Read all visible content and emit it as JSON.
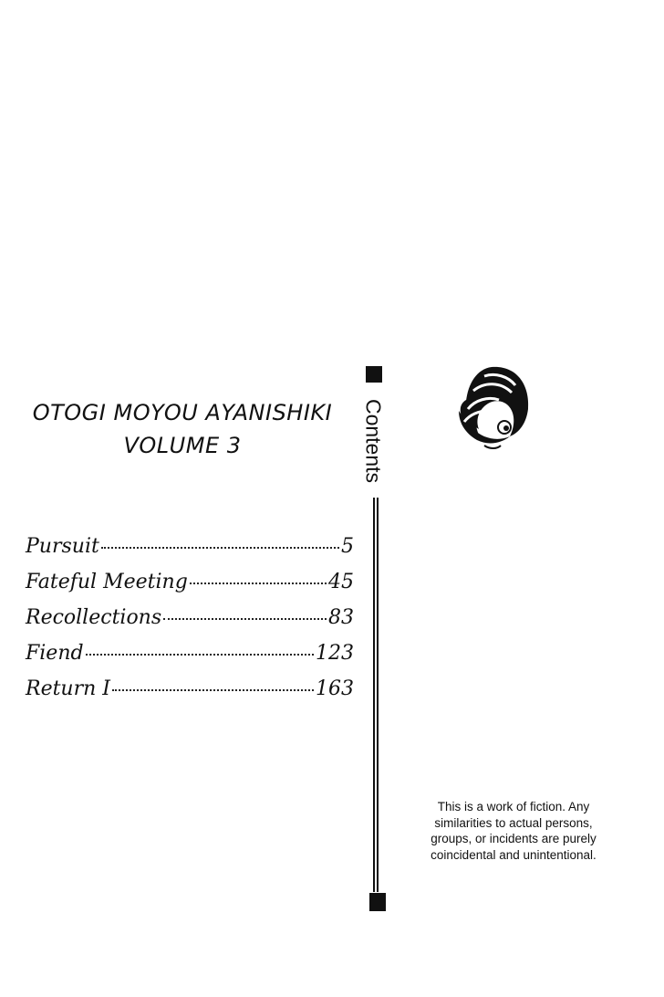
{
  "title": {
    "line1": "OTOGI MOYOU AYANISHIKI",
    "line2": "VOLUME 3"
  },
  "contents_label": "Contents",
  "toc": [
    {
      "title": "Pursuit",
      "page": "5"
    },
    {
      "title": "Fateful Meeting",
      "page": "45"
    },
    {
      "title": "Recollections",
      "page": "83"
    },
    {
      "title": "Fiend",
      "page": "123"
    },
    {
      "title": "Return I",
      "page": "163"
    }
  ],
  "disclaimer": "This is a work of fiction. Any similarities to actual persons, groups, or incidents are purely coincidental and unintentional.",
  "icons": {
    "logo": "swirl-face-logo-icon"
  }
}
